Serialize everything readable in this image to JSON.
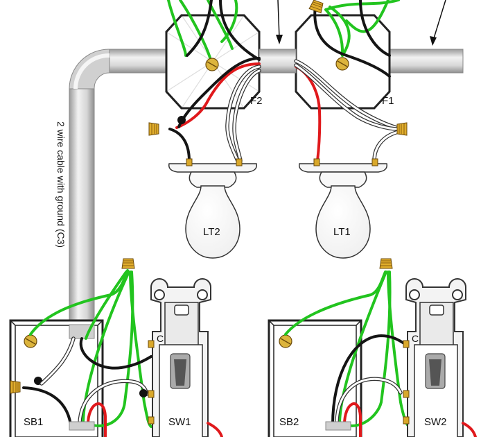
{
  "labels": {
    "fixture_box_2": "F2",
    "fixture_box_1": "F1",
    "light_2": "LT2",
    "light_1": "LT1",
    "switch_box_1": "SB1",
    "switch_box_2": "SB2",
    "switch_1": "SW1",
    "switch_2": "SW2",
    "cable_label": "2 wire cable with ground (C3)",
    "switch_1_c": "C",
    "switch_2_c": "C"
  },
  "colors": {
    "ground": "#22c41f",
    "hot": "#151515",
    "traveler": "#e0191c",
    "neutral": "#ffffff",
    "conduit": "#d8d8d8",
    "wire_nut": "#d9a82a",
    "screw": "#d7b23a"
  },
  "icons": [
    "wire-nut-icon",
    "ground-screw-icon",
    "light-bulb-icon",
    "toggle-switch-icon"
  ]
}
